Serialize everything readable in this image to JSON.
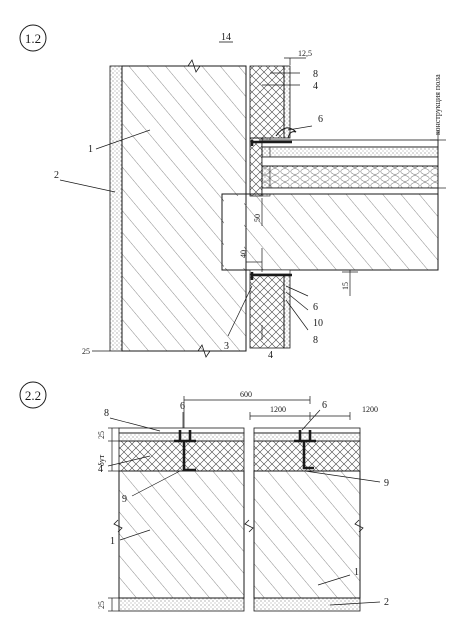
{
  "detail_top": {
    "badge": "1.2",
    "ref": "14",
    "dim_top": "12,5",
    "floor_note": "конструкция пола",
    "dims": {
      "a": "50",
      "b": "40",
      "c": "15",
      "d": "25"
    },
    "leaders": {
      "l1": "1",
      "l2": "2",
      "l3": "3",
      "l4a": "4",
      "l4b": "4",
      "l6a": "6",
      "l6b": "6",
      "l8a": "8",
      "l8b": "8",
      "l10": "10"
    }
  },
  "detail_bottom": {
    "badge": "2.2",
    "dims": {
      "p1": "1200",
      "p2": "1200",
      "p3": "600",
      "t": "25",
      "d": "δут",
      "b": "25"
    },
    "leaders": {
      "l8": "8",
      "l6a": "6",
      "l6b": "6",
      "l4": "4",
      "l9a": "9",
      "l9b": "9",
      "l1a": "1",
      "l1b": "1",
      "l2": "2"
    }
  },
  "colors": {
    "ink": "#1a1a1a",
    "paper": "#ffffff",
    "hatch": "#5a5a5a"
  }
}
